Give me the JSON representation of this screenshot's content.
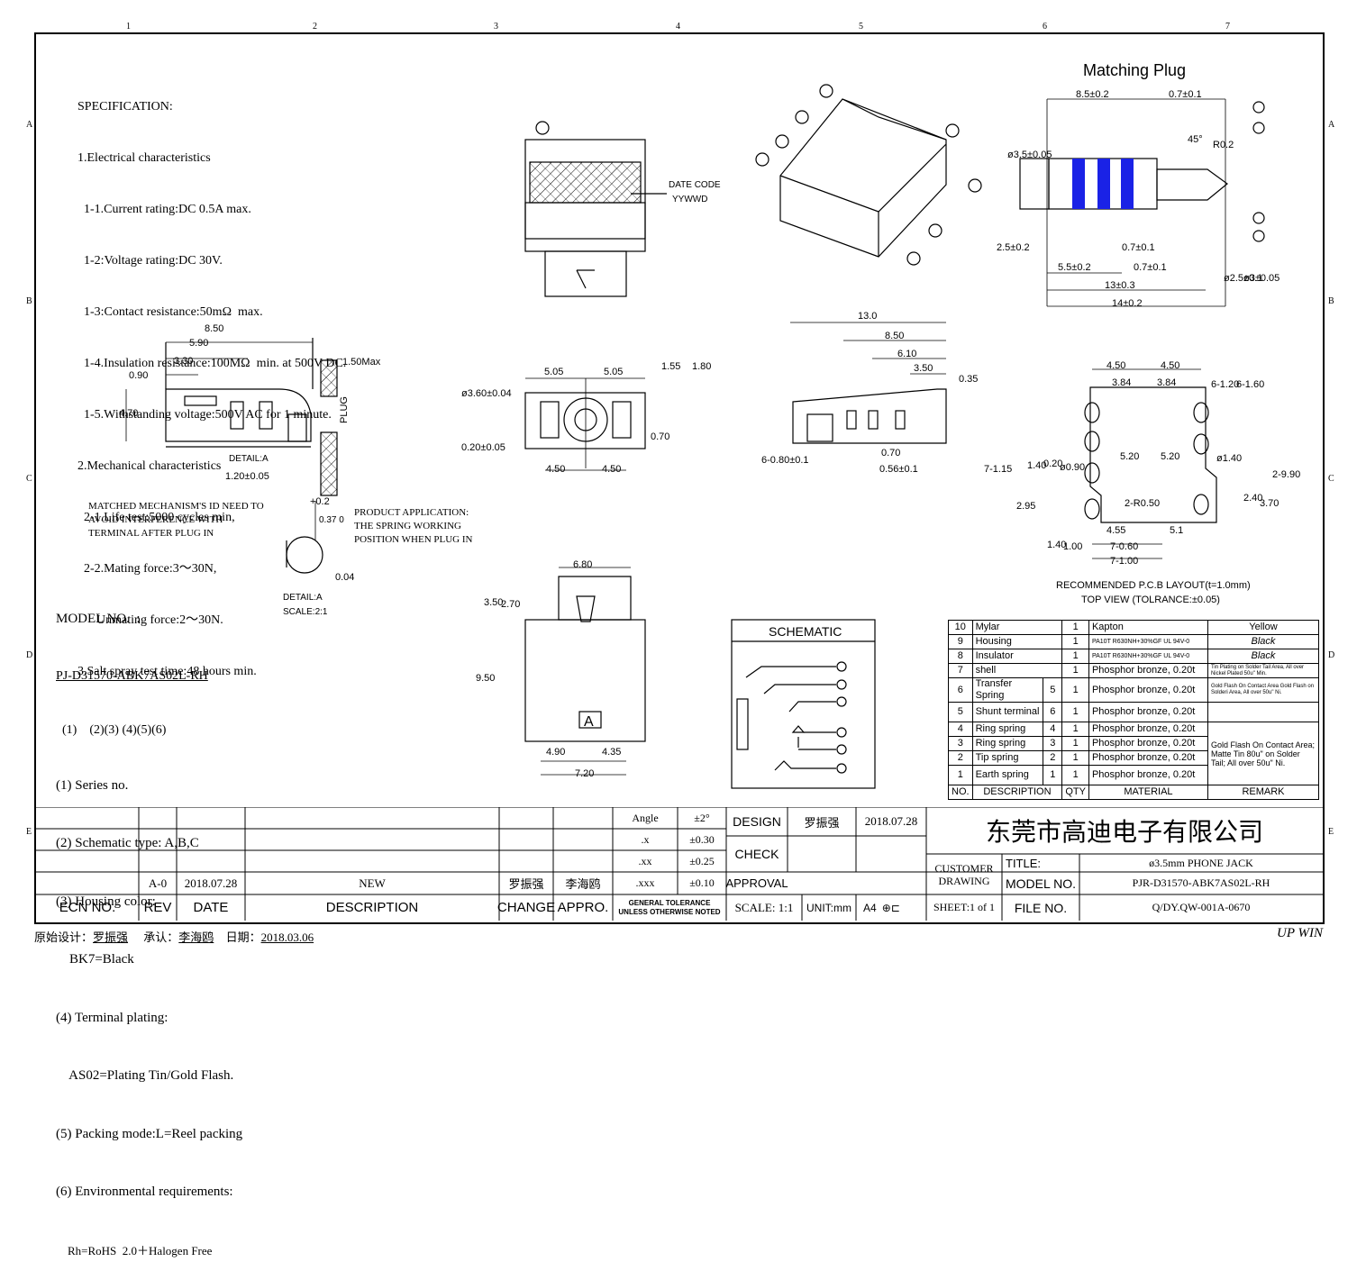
{
  "header_zones": [
    "1",
    "2",
    "3",
    "4",
    "5",
    "6",
    "7"
  ],
  "side_zones": [
    "A",
    "B",
    "C",
    "D",
    "E"
  ],
  "spec": {
    "heading": "SPECIFICATION:",
    "lines": [
      "1.Electrical characteristics",
      "  1-1.Current rating:DC 0.5A max.",
      "  1-2:Voltage rating:DC 30V.",
      "  1-3:Contact resistance:50mΩ  max.",
      "  1-4.Insulation resistance:100MΩ  min. at 500V DC.",
      "  1-5.Withstanding voltage:500V AC for 1 minute.",
      "2.Mechanical characteristics",
      "  2-1.Life test:5000 cycles min,",
      "  2-2.Mating force:3～30N,",
      "      Unmating force:2～30N.",
      "3.Salt spray test time:48 hours min."
    ]
  },
  "notes": {
    "date_code_label": "DATE CODE",
    "date_code_box": "YYWWD",
    "matched_mechanism": "MATCHED MECHANISM'S ID NEED TO\nAVOID INTERFERENCE WITH\nTERMINAL AFTER PLUG IN",
    "product_application": "PRODUCT APPLICATION:\nTHE SPRING WORKING\nPOSITION WHEN PLUG IN",
    "detail_a": "DETAIL:A",
    "detail_a2": "DETAIL:A",
    "scale_note": "SCALE:2:1",
    "plug": "PLUG",
    "matching_plug": "Matching Plug",
    "pcb_layout": "RECOMMENDED P.C.B LAYOUT(t=1.0mm)",
    "top_view": "TOP VIEW (TOLRANCE:±0.05)",
    "schematic_title": "SCHEMATIC",
    "housing_letter": "A"
  },
  "model": {
    "label": "MODEL NO.  :",
    "part": "PJ-D31570-ABK7AS02L-RH",
    "legend": "  (1)    (2)(3) (4)(5)(6)",
    "items": [
      "(1) Series no.",
      "(2) Schematic type: A,B,C",
      "(3) Housing color:",
      "    BK7=Black",
      "(4) Terminal plating:",
      "    AS02=Plating Tin/Gold Flash.",
      "(5) Packing mode:L=Reel packing",
      "(6) Environmental requirements:",
      "    Rh=RoHS  2.0＋Halogen Free"
    ]
  },
  "dims": {
    "side": [
      "8.50",
      "5.90",
      "3.30",
      "0.90",
      "4.70",
      "1.50Max",
      "1.20±0.05"
    ],
    "detail": [
      "+0.2",
      "0.37 0",
      "0.04"
    ],
    "front": [
      "ø3.60±0.04",
      "5.05",
      "5.05",
      "1.55",
      "1.80",
      "0.20±0.05",
      "0.70",
      "4.50",
      "4.50"
    ],
    "right": [
      "13.0",
      "8.50",
      "6.10",
      "3.50",
      "0.35",
      "6-0.80±0.1",
      "0.70",
      "0.56±0.1",
      "7-1.15"
    ],
    "bottom": [
      "6.80",
      "3.50",
      "2.70",
      "9.50",
      "4.90",
      "4.35",
      "7.20"
    ],
    "plug": [
      "8.5±0.2",
      "0.7±0.1",
      "45°",
      "R0.2",
      "ø3.5±0.05",
      "2.5±0.2",
      "0.7±0.1",
      "5.5±0.2",
      "0.7±0.1",
      "13±0.3",
      "14±0.2",
      "ø2.5±0.1",
      "ø3±0.05"
    ],
    "pcb": [
      "4.50",
      "4.50",
      "3.84",
      "3.84",
      "6-1.20",
      "6-1.60",
      "1.40",
      "0.20",
      "ø0.90",
      "5.20",
      "5.20",
      "ø1.40",
      "2-9.90",
      "2.95",
      "2-R0.50",
      "2.40",
      "3.70",
      "1.40",
      "1.00",
      "4.55",
      "5.1",
      "7-0.60",
      "7-1.00"
    ]
  },
  "bom": {
    "rows": [
      {
        "no": "10",
        "desc": "Mylar",
        "box": "",
        "qty": "1",
        "material": "Kapton",
        "remark": "Yellow"
      },
      {
        "no": "9",
        "desc": "Housing",
        "box": "",
        "qty": "1",
        "material": "PA10T R630NH+30%GF UL 94V-0",
        "remark": "Black"
      },
      {
        "no": "8",
        "desc": "Insulator",
        "box": "",
        "qty": "1",
        "material": "PA10T R630NH+30%GF UL 94V-0",
        "remark": "Black"
      },
      {
        "no": "7",
        "desc": "shell",
        "box": "",
        "qty": "1",
        "material": "Phosphor bronze, 0.20t",
        "remark": "Tin Plating on Solder Tail Area, All over Nickel Plated 50u\" Min."
      },
      {
        "no": "6",
        "desc": "Transfer Spring",
        "box": "5",
        "qty": "1",
        "material": "Phosphor bronze, 0.20t",
        "remark": "Gold Flash On Contact Area Gold Flash on Solderi Area, All over 50u\" Ni."
      },
      {
        "no": "5",
        "desc": "Shunt terminal",
        "box": "6",
        "qty": "1",
        "material": "Phosphor bronze, 0.20t",
        "remark": ""
      },
      {
        "no": "4",
        "desc": "Ring spring",
        "box": "4",
        "qty": "1",
        "material": "Phosphor bronze, 0.20t",
        "remark": ""
      },
      {
        "no": "3",
        "desc": "Ring spring",
        "box": "3",
        "qty": "1",
        "material": "Phosphor bronze, 0.20t",
        "remark": ""
      },
      {
        "no": "2",
        "desc": "Tip spring",
        "box": "2",
        "qty": "1",
        "material": "Phosphor bronze, 0.20t",
        "remark": ""
      },
      {
        "no": "1",
        "desc": "Earth spring",
        "box": "1",
        "qty": "1",
        "material": "Phosphor bronze, 0.20t",
        "remark": ""
      }
    ],
    "spring_remark": "Gold Flash On Contact Area; Matte Tin 80u\" on Solder Tail; All over 50u\" Ni.",
    "headers": {
      "no": "NO.",
      "desc": "DESCRIPTION",
      "qty": "QTY",
      "material": "MATERIAL",
      "remark": "REMARK"
    }
  },
  "title_block": {
    "ecn_no": "ECN NO.",
    "rev": "REV",
    "date": "DATE",
    "description": "DESCRIPTION",
    "change": "CHANGE",
    "appro": "APPRO.",
    "rev_value": "A-0",
    "date_value": "2018.07.28",
    "desc_value": "NEW",
    "change_value": "罗振强",
    "appro_value": "李海鸥",
    "tol_angle": "Angle",
    "tol_angle_v": "±2°",
    "tol_x": ".x",
    "tol_x_v": "±0.30",
    "tol_xx": ".xx",
    "tol_xx_v": "±0.25",
    "tol_xxx": ".xxx",
    "tol_xxx_v": "±0.10",
    "general_tol": "GENERAL TOLERANCE\nUNLESS OTHERWISE NOTED",
    "design": "DESIGN",
    "design_name": "罗振强",
    "design_date": "2018.07.28",
    "check": "CHECK",
    "approval": "APPROVAL",
    "scale": "SCALE: 1:1",
    "unit": "UNIT:mm",
    "paper": "A4",
    "company": "东莞市高迪电子有限公司",
    "customer": "CUSTOMER\nDRAWING",
    "title_label": "TITLE:",
    "title_value": "ø3.5mm PHONE JACK",
    "model_label": "MODEL NO.",
    "model_value": "PJR-D31570-ABK7AS02L-RH",
    "sheet": "SHEET:1 of 1",
    "file_label": "FILE NO.",
    "file_value": "Q/DY.QW-001A-0670"
  },
  "footer": {
    "original_design": "原始设计：",
    "designer": "罗振强",
    "approved": "承认：",
    "approver": "李海鸥",
    "date_label": "日期：",
    "date": "2018.03.06",
    "brand": "UP WIN"
  },
  "colors": {
    "plug_band": "#1a22e6"
  }
}
